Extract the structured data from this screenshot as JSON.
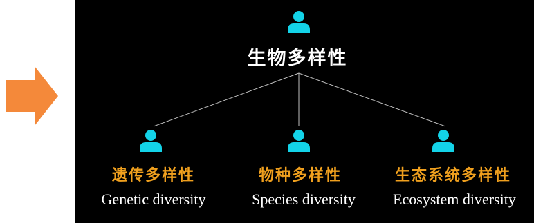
{
  "colors": {
    "panel_background": "#000000",
    "arrow": "#f4893a",
    "person_icon": "#13d3e8",
    "connector_line": "#bfbfbf",
    "root_text": "#ffffff",
    "child_title_text": "#f0a01e",
    "child_subtitle_text": "#ffffff"
  },
  "icons": {
    "arrow": "right-arrow-icon",
    "node": "person-icon"
  },
  "diagram": {
    "root": {
      "title": "生物多样性"
    },
    "children": [
      {
        "title": "遗传多样性",
        "subtitle": "Genetic diversity"
      },
      {
        "title": "物种多样性",
        "subtitle": "Species diversity"
      },
      {
        "title": "生态系统多样性",
        "subtitle": "Ecosystem  diversity"
      }
    ]
  }
}
